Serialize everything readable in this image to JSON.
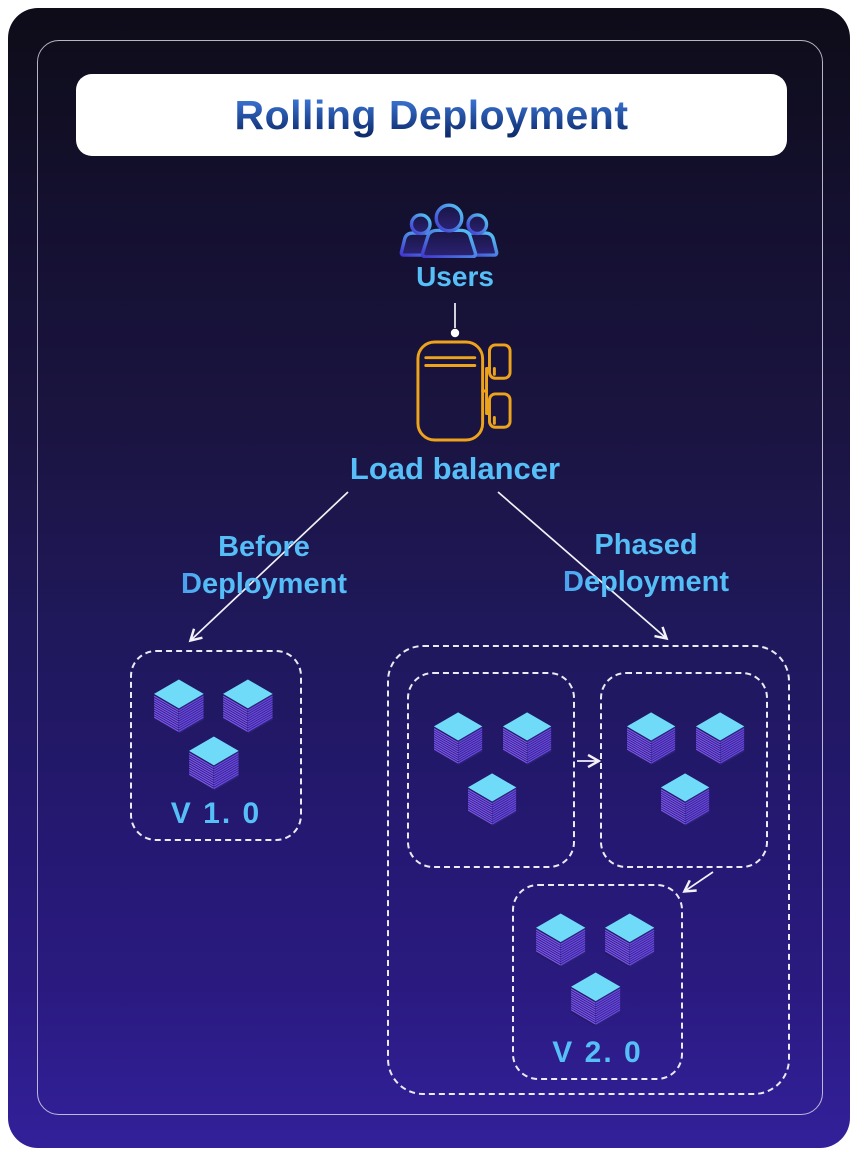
{
  "title": "Rolling Deployment",
  "nodes": {
    "users": {
      "label": "Users",
      "icon": "users-group-icon"
    },
    "load_balancer": {
      "label": "Load balancer",
      "icon": "load-balancer-icon"
    }
  },
  "branches": {
    "before": {
      "line1": "Before",
      "line2": "Deployment"
    },
    "phased": {
      "line1": "Phased",
      "line2": "Deployment"
    }
  },
  "clusters": {
    "v1": {
      "version_label": "V 1. 0",
      "node_count": 3,
      "node_icon": "server-cube-icon"
    },
    "phase_step1": {
      "node_count": 3,
      "node_icon": "server-cube-icon"
    },
    "phase_step2": {
      "node_count": 3,
      "node_icon": "server-cube-icon"
    },
    "v2": {
      "version_label": "V 2. 0",
      "node_count": 3,
      "node_icon": "server-cube-icon"
    }
  },
  "colors": {
    "accent_text": "#56BFF8",
    "gold": "#EDA41C",
    "cube_top": "#6FDBF9",
    "cube_stripe": "#7C52F2",
    "cube_dark": "#231C62",
    "dashed_border": "#EBEBF5",
    "arrow": "#F2F2F8",
    "title_gradient_top": "#3E79DB",
    "title_gradient_bottom": "#0E2C6E",
    "bg_top": "#0E0C18",
    "bg_bottom": "#32209A",
    "card_bg": "#FFFFFF"
  }
}
